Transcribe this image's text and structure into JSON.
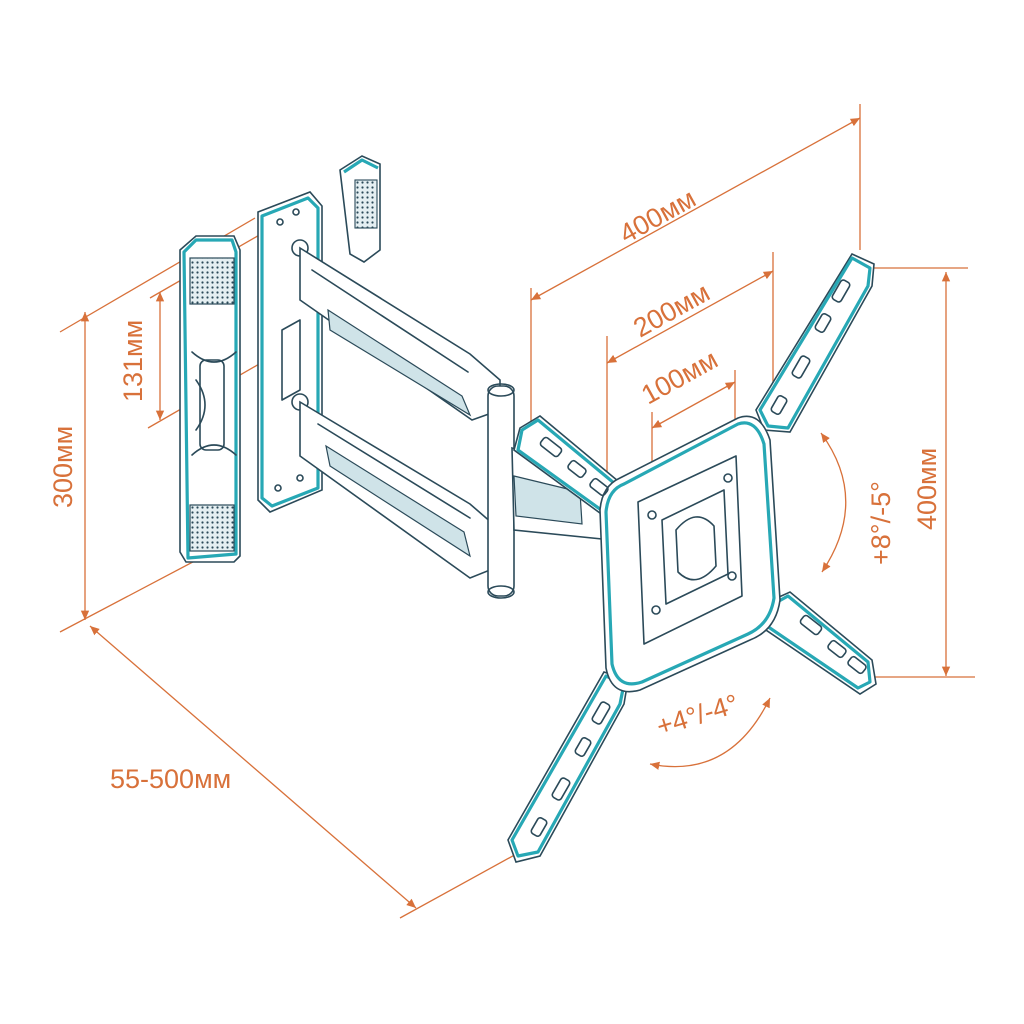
{
  "colors": {
    "dimension": "#d8713a",
    "outline": "#2b4a59",
    "accent": "#27a8b5"
  },
  "labels": {
    "vesa_outer": "400мм",
    "vesa_mid": "200мм",
    "vesa_inner": "100мм",
    "wall_height": "300мм",
    "wall_inner": "131мм",
    "reach": "55-500мм",
    "vertical_span": "400мм",
    "tilt": "+8°/-5°",
    "swivel": "+4°/-4°"
  }
}
